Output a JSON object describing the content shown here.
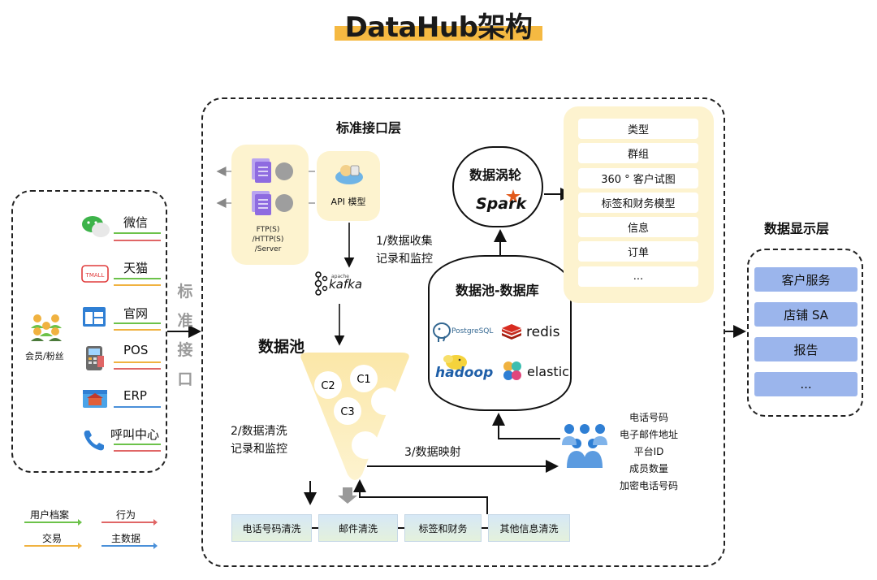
{
  "title": "DataHub架构",
  "colors": {
    "title_highlight": "#f5b942",
    "user_profile": "#6cc24a",
    "behavior": "#e06666",
    "transaction": "#f0b240",
    "master_data": "#4a90d9",
    "panel": "#fdf3cf",
    "display_item": "#9bb5ec"
  },
  "sources": {
    "items": [
      {
        "label": "微信",
        "icon": "wechat-icon"
      },
      {
        "label": "天猫",
        "icon": "tmall-icon"
      },
      {
        "label": "官网",
        "icon": "website-icon"
      },
      {
        "label": "POS",
        "icon": "pos-icon"
      },
      {
        "label": "ERP",
        "icon": "erp-icon"
      },
      {
        "label": "呼叫中心",
        "icon": "phone-icon"
      }
    ],
    "members_label": "会员/粉丝",
    "tmall_logo_text": "TMALL"
  },
  "std_interface_vertical": [
    "标",
    "准",
    "接",
    "口"
  ],
  "platform": {
    "std_layer_title": "标准接口层",
    "ftp_label_lines": [
      "FTP(S)",
      "/HTTP(S)",
      "/Server"
    ],
    "api_label": "API 模型",
    "kafka_label": "kafka",
    "kafka_small": "apache",
    "collect_note": [
      "1/数据收集",
      "记录和监控"
    ],
    "pool_title": "数据池",
    "pool_circles": [
      "C2",
      "C1",
      "C3"
    ],
    "clean_note": [
      "2/数据清洗",
      "记录和监控"
    ],
    "mapping_note": "3/数据映射",
    "clean_steps": [
      "电话号码清洗",
      "邮件清洗",
      "标签和财务",
      "其他信息清洗"
    ],
    "turbine_title": "数据涡轮",
    "spark_label": "Spark",
    "db_title": "数据池-数据库",
    "db_logos": [
      "PostgreSQL",
      "redis",
      "hadoop",
      "elastic"
    ],
    "attributes": [
      "类型",
      "群组",
      "360 ° 客户试图",
      "标签和财务模型",
      "信息",
      "订单",
      "..."
    ],
    "identity_fields": [
      "电话号码",
      "电子邮件地址",
      "平台ID",
      "成员数量",
      "加密电话号码"
    ]
  },
  "display": {
    "title": "数据显示层",
    "items": [
      "客户服务",
      "店铺 SA",
      "报告",
      "..."
    ]
  },
  "legend": [
    {
      "label": "用户档案",
      "color": "#6cc24a"
    },
    {
      "label": "行为",
      "color": "#e06666"
    },
    {
      "label": "交易",
      "color": "#f0b240"
    },
    {
      "label": "主数据",
      "color": "#4a90d9"
    }
  ]
}
